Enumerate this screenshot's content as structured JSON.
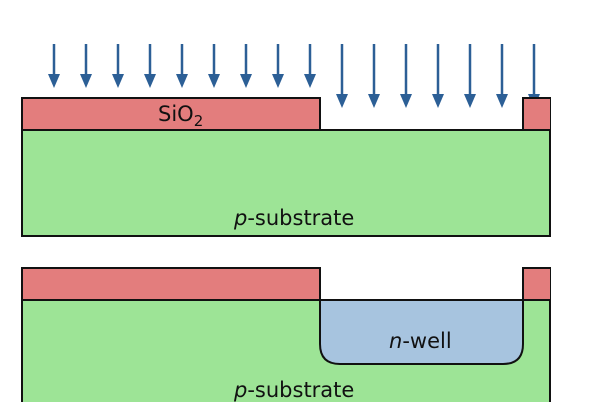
{
  "labels": {
    "oxide_label": "SiO",
    "oxide_subscript": "2",
    "substrate_top_prefix": "p",
    "substrate_top_suffix": "-substrate",
    "well_prefix": "n",
    "well_suffix": "-well",
    "substrate_bottom_prefix": "p",
    "substrate_bottom_suffix": "-substrate"
  },
  "colors": {
    "oxide": "#e37d7d",
    "substrate": "#9de496",
    "well": "#a7c4df",
    "arrow": "#2c5f96",
    "outline": "#111111"
  },
  "arrows": {
    "short_count": 9,
    "long_count": 7
  }
}
